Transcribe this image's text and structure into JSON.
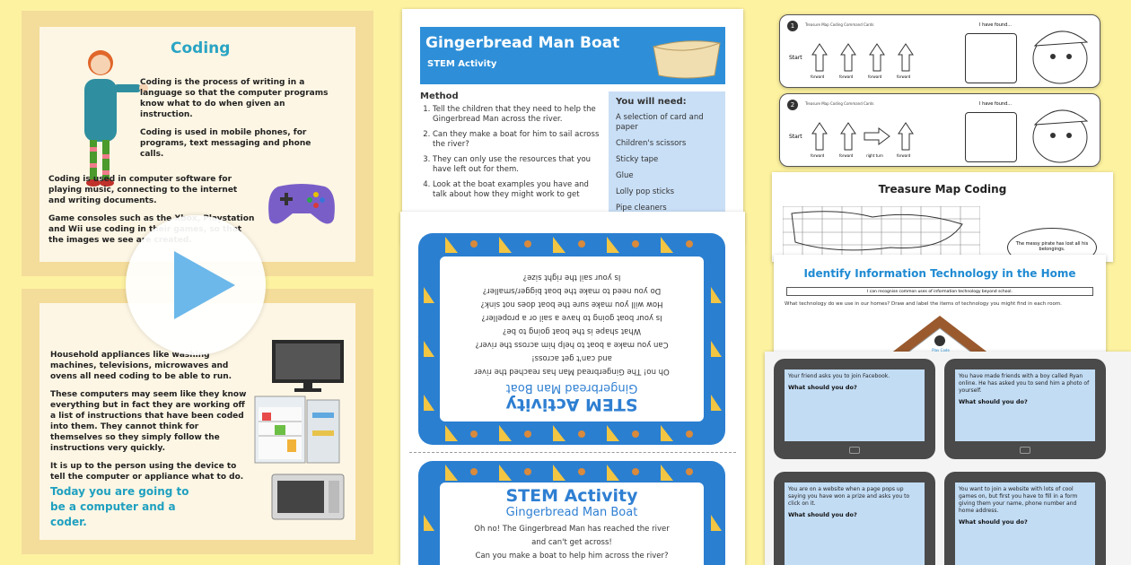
{
  "coding_slide": {
    "title": "Coding",
    "para1": "Coding is the process of writing in a language so that the computer programs know what to do when given an instruction.",
    "para2": "Coding is used in mobile phones, for programs, text messaging and phone calls.",
    "para3": "Coding is used in computer software for playing music, connecting to the internet and writing documents.",
    "para4": "Game consoles such as the Xbox, Playstation and Wii use coding in their games, so that the images we see are created."
  },
  "appliances_slide": {
    "para1": "Household appliances like washing machines, televisions, microwaves and ovens all need coding to be able to run.",
    "para2": "These computers may seem like they know everything but in fact they are working off a list of instructions that have been coded into them. They cannot think for themselves so they simply follow the instructions very quickly.",
    "para3": "It is up to the person using the device to tell the computer or appliance what to do.",
    "coder_line": "Today you are going to be a computer and a coder."
  },
  "stem_sheet": {
    "title": "Gingerbread Man Boat",
    "subtitle": "STEM Activity",
    "method_heading": "Method",
    "method": [
      "Tell the children that they need to help the Gingerbread Man across the river.",
      "Can they make a boat for him to sail across the river?",
      "They can only use the resources that you have left out for them.",
      "Look at the boat examples you have and talk about how they might work to get"
    ],
    "need_heading": "You will need:",
    "needs": [
      "A selection of card and paper",
      "Children's scissors",
      "Sticky tape",
      "Glue",
      "Lolly pop sticks",
      "Pipe cleaners"
    ]
  },
  "stem_card": {
    "heading": "STEM Activity",
    "subheading": "Gingerbread Man Boat",
    "lines": [
      "Oh no! The Gingerbread Man has reached the river",
      "and can't get across!",
      "Can you make a boat to help him across the river?",
      "What shape is the boat going to be?",
      "Is your boat going to have a sail or a propeller?",
      "How will you make sure the boat does not sink?",
      "Do you need to make the boat bigger/smaller?",
      "Is your sail the right size?"
    ],
    "bottom_lines": [
      "Oh no! The Gingerbread Man has reached the river",
      "and can't get across!",
      "Can you make a boat to help him across the river?"
    ]
  },
  "treasure_cards": {
    "small_title": "Treasure Map Coding Command Cards",
    "start_label": "Start",
    "found_label": "I have found...",
    "card1": {
      "number": "1",
      "commands": [
        "forward",
        "forward",
        "forward",
        "forward"
      ]
    },
    "card2": {
      "number": "2",
      "commands": [
        "forward",
        "forward",
        "right turn",
        "forward"
      ]
    }
  },
  "treasure_map": {
    "title": "Treasure Map Coding",
    "bubble": "The messy pirate has lost all his belongings."
  },
  "it_sheet": {
    "title": "Identify Information Technology in the Home",
    "objective": "I can recognise common uses of information technology beyond school.",
    "instruction": "What technology do we use in our homes? Draw and label the items of technology you might find in each room.",
    "house_label": "Play Code"
  },
  "tablets": {
    "question": "What should you do?",
    "scenarios": [
      "Your friend asks you to join Facebook.",
      "You have made friends with a boy called Ryan online. He has asked you to send him a photo of yourself.",
      "You are on a website when a page pops up saying you have won a prize and asks you to click on it.",
      "You want to join a website with lots of cool games on, but first you have to fill in a form giving them your name, phone number and home address."
    ]
  },
  "colors": {
    "background": "#fdf2a0",
    "accent_blue": "#2e8fd8",
    "teal": "#2aa4c4",
    "play_icon": "#6cb8ea"
  }
}
